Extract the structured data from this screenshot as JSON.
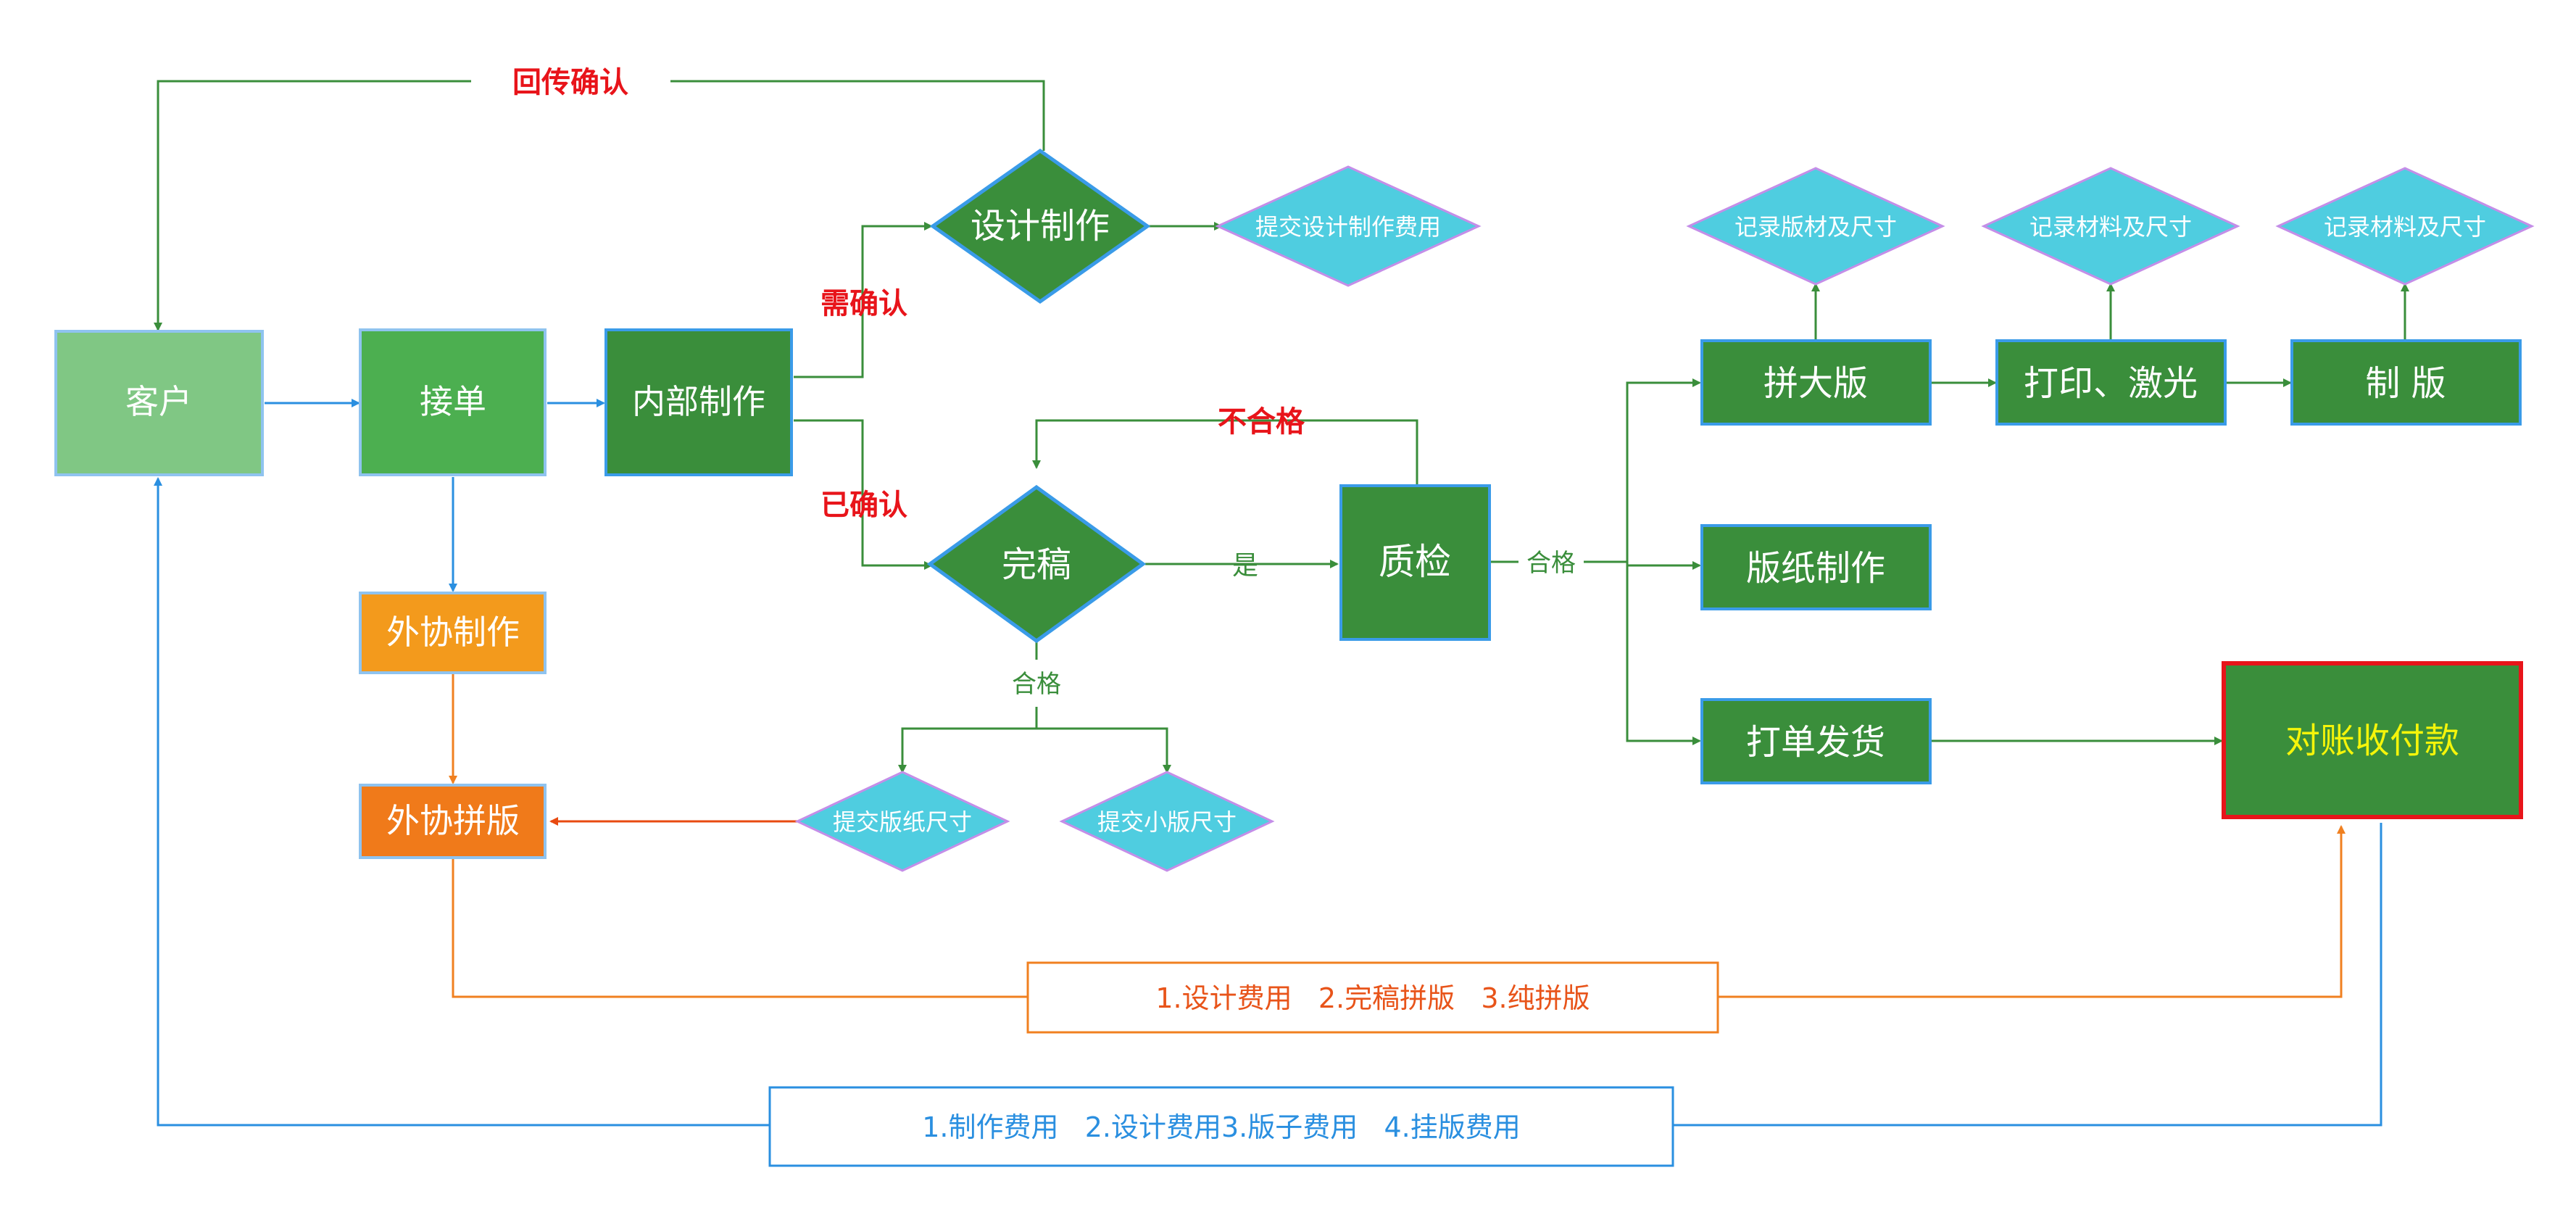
{
  "colors": {
    "green_dark": "#3a8e3b",
    "green_mid": "#4caf50",
    "green_light": "#80c784",
    "orange": "#f39a1c",
    "orange_dark": "#f07a1a",
    "cyan": "#4fcde0",
    "blue_border": "#3a9be8",
    "red": "#e8141a",
    "yellow_text": "#f5f50a",
    "line_green": "#3a8e3b",
    "line_blue": "#2a8fe0",
    "line_orange": "#f08020",
    "label_orange": "#e8541a"
  },
  "nodes": {
    "customer": "客户",
    "take_order": "接单",
    "internal_production": "内部制作",
    "design_production": "设计制作",
    "submit_design_fee": "提交设计制作费用",
    "final_draft": "完稿",
    "quality_check": "质检",
    "outsource_production": "外协制作",
    "outsource_imposition": "外协拼版",
    "submit_plate_paper_size": "提交版纸尺寸",
    "submit_small_plate_size": "提交小版尺寸",
    "big_imposition": "拼大版",
    "print_laser": "打印、激光",
    "plate_making": "制 版",
    "record_plate_material_size": "记录版材及尺寸",
    "record_material_size_1": "记录材料及尺寸",
    "record_material_size_2": "记录材料及尺寸",
    "plate_paper_production": "版纸制作",
    "print_and_ship": "打单发货",
    "reconcile_payment": "对账收付款"
  },
  "labels": {
    "return_confirm": "回传确认",
    "needs_confirm": "需确认",
    "confirmed": "已确认",
    "unqualified": "不合格",
    "yes": "是",
    "qualified_1": "合格",
    "qualified_2": "合格"
  },
  "fee_boxes": {
    "orange_fees": "1.设计费用   2.完稿拼版   3.纯拼版",
    "blue_fees": "1.制作费用   2.设计费用3.版子费用   4.挂版费用"
  }
}
